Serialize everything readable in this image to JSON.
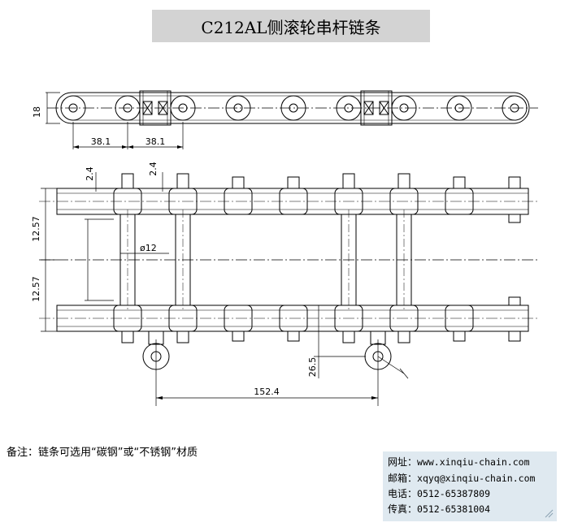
{
  "title": "C212AL侧滚轮串杆链条",
  "dimensions": {
    "height_18": "18",
    "pitch_a": "38.1",
    "pitch_b": "38.1",
    "gap_a": "2.4",
    "gap_b": "2.4",
    "width_top": "12.57",
    "width_bottom": "12.57",
    "rod_diameter": "ø12",
    "offset": "26.5",
    "span": "152.4"
  },
  "note": "备注：链条可选用“碳钢”或“不锈钢”材质",
  "contact": {
    "website_label": "网址：",
    "website": "www.xinqiu-chain.com",
    "email_label": "邮箱：",
    "email": "xqyq@xinqiu-chain.com",
    "phone_label": "电话：",
    "phone": "0512-65387809",
    "fax_label": "传真：",
    "fax": "0512-65381004"
  }
}
